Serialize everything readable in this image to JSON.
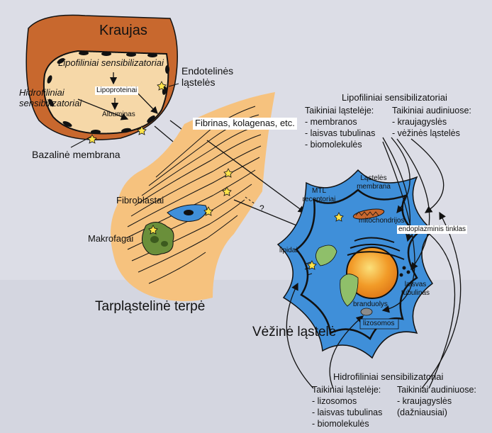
{
  "blood": {
    "title": "Kraujas",
    "lipophilic": "Lipofiliniai sensibilizatoriai",
    "lipoproteins": "Lipoproteinai",
    "hydrophilic": "Hidrofiliniai sensibilizatoriai",
    "albumins": "Albuminas",
    "endothelial": "Endotelinės ląstelės",
    "basal_membrane": "Bazalinė membrana"
  },
  "interstitium": {
    "fibers": "Fibrinas, kolagenas, etc.",
    "fibroblasts": "Fibroblastai",
    "macrophages": "Makrofagai",
    "title": "Tarpląstelinė terpė",
    "question": "?"
  },
  "lipophilic_targets": {
    "title": "Lipofiliniai sensibilizatoriai",
    "cell_header": "Taikiniai ląstelėje:",
    "cell_items": [
      "- membranos",
      "- laisvas tubulinas",
      "- biomolekulės"
    ],
    "tissue_header": "Taikiniai audiniuose:",
    "tissue_items": [
      "- kraujagyslės",
      "- vėžinės ląstelės"
    ]
  },
  "cancer_cell": {
    "title": "Vėžinė ląstelė",
    "membrane": "Ląstelės membrana",
    "ldl_receptors": "MTL receptoriai",
    "mitochondria": "mitochondrijos",
    "er": "endoplazminis tinklas",
    "lipids": "lipidai",
    "free_tubulin": "laisvas tubulinas",
    "nucleus": "branduolys",
    "lysosomes": "lizosomos"
  },
  "hydrophilic_targets": {
    "title": "Hidrofiliniai sensibilizatoriai",
    "cell_header": "Taikiniai ląstelėje:",
    "cell_items": [
      "- lizosomos",
      "- laisvas tubulinas",
      "- biomolekulės"
    ],
    "tissue_header": "Taikiniai audiniuose:",
    "tissue_items": [
      "- kraujagyslės",
      "(dažniausiai)"
    ]
  },
  "colors": {
    "background": "#dcdde6",
    "blood_vessel": "#c8682e",
    "endothelium": "#f6d8a8",
    "interstitium": "#f6c27e",
    "cancer_cell": "#3f8fd9",
    "nucleus": "#f29b28",
    "macrophage": "#6a8f3a"
  }
}
